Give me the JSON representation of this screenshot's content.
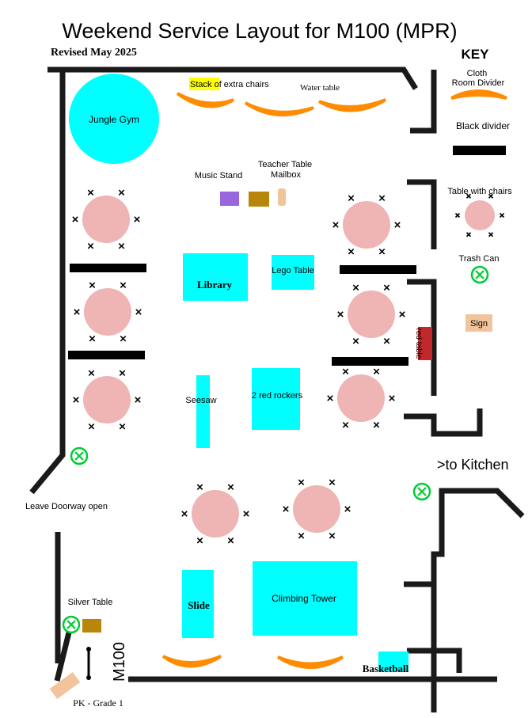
{
  "title": "Weekend Service Layout for M100 (MPR)",
  "revised": "Revised May 2025",
  "colors": {
    "wall": "#1a1a1a",
    "cyan": "#00ffff",
    "pink": "#efb4b4",
    "orange": "#ff8c00",
    "green": "#00cc33",
    "gold": "#b8860b",
    "purple": "#9966dd",
    "tan": "#f2c49b",
    "red": "#c0282d",
    "yellow_highlight": "#ffff00"
  },
  "key": {
    "heading": "KEY",
    "cloth_divider_label": "Cloth\nRoom Divider",
    "black_divider_label": "Black divider",
    "table_with_chairs_label": "Table with chairs",
    "trash_can_label": "Trash Can",
    "sign_label": "Sign"
  },
  "items": {
    "jungle_gym": "Jungle Gym",
    "stack_word": "Stack",
    "stack_rest": " of extra chairs",
    "water_table": "Water table",
    "music_stand": "Music Stand",
    "teacher_table": "Teacher Table",
    "mailbox": "Mailbox",
    "library": "Library",
    "lego_table": "Lego Table",
    "seesaw": "Seesaw",
    "red_rockers": "2 red rockers",
    "red_table": "red table",
    "to_kitchen": ">to Kitchen",
    "leave_doorway": "Leave Doorway open",
    "silver_table": "Silver Table",
    "slide": "Slide",
    "climbing_tower": "Climbing Tower",
    "basketball": "Basketball",
    "room_number": "M100",
    "pk_grade": "PK - Grade 1"
  }
}
